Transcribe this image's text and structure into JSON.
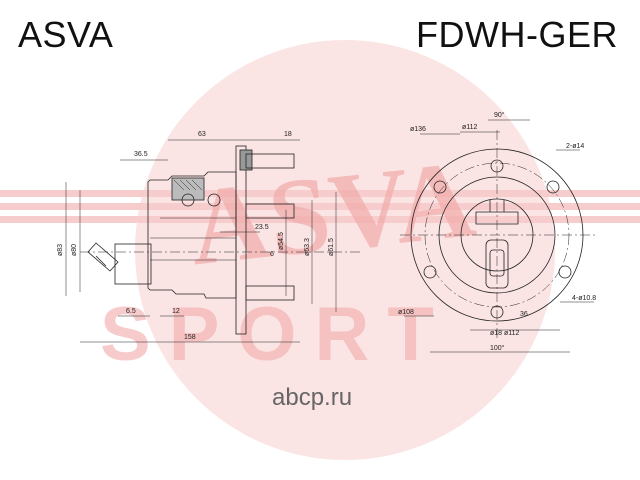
{
  "header": {
    "brand": "ASVA",
    "part_number": "FDWH-GER"
  },
  "watermark": {
    "text": "ASVA",
    "subtext": "SPORT",
    "site": "abcp.ru",
    "color": "#e23a3a"
  },
  "side_view": {
    "dims": {
      "d63": "63",
      "d18": "18",
      "d36_5": "36.5",
      "d23_5": "23.5",
      "d6": "6",
      "d6_5": "6.5",
      "d12": "12",
      "d158": "158",
      "phi83": "ø83",
      "phi80": "ø80",
      "phi54_5": "ø54.5",
      "phi63_3": "ø63.3",
      "phi61_5": "ø61.5"
    }
  },
  "front_view": {
    "dims": {
      "d90": "90°",
      "phi136": "ø136",
      "phi112": "ø112",
      "holes2": "2-ø14",
      "phi108": "ø108",
      "holes4": "4-ø10.8",
      "d36": "36",
      "bottom": "ø18  ø112",
      "d100": "100°"
    }
  }
}
